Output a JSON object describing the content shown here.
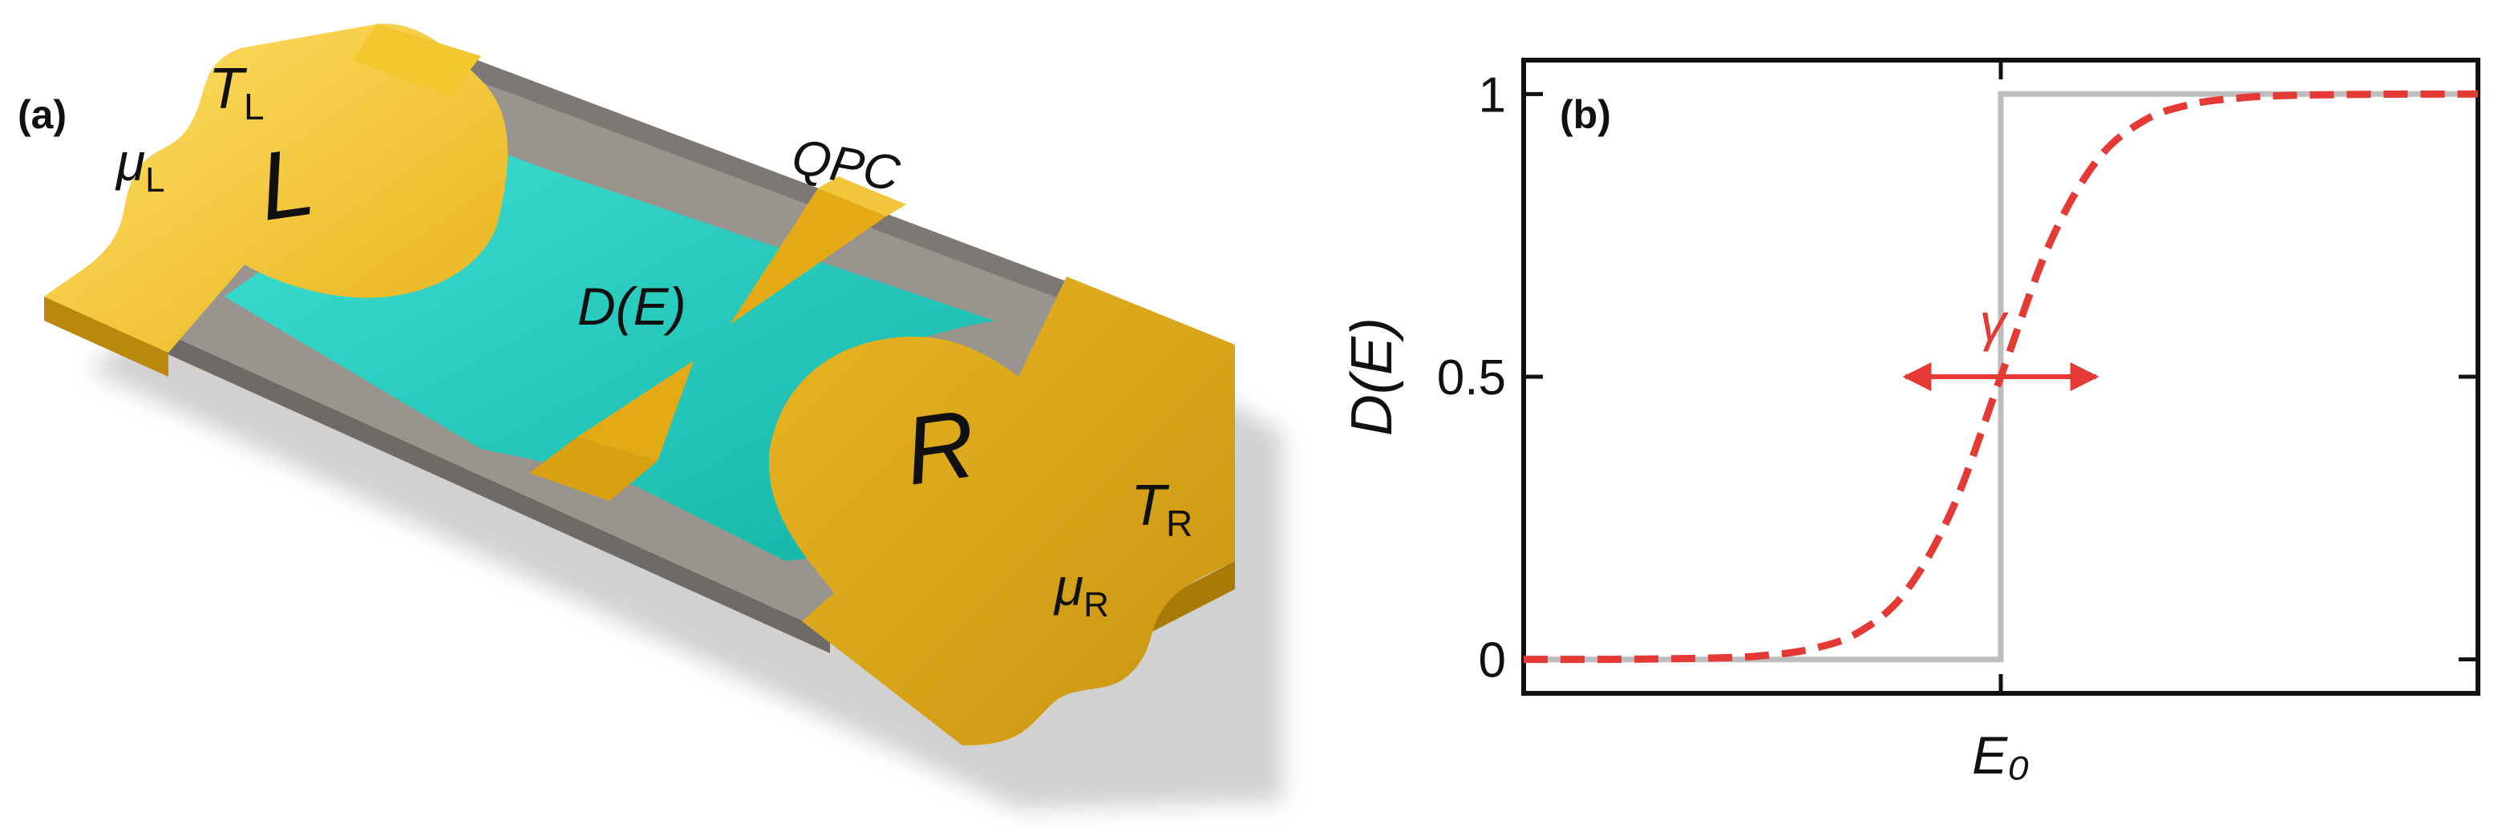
{
  "panel_a": {
    "panel_label": "(a)",
    "left_lead": "L",
    "right_lead": "R",
    "qpc_label": "QPC",
    "transmission_label": "D(E)",
    "temp_left": {
      "base": "T",
      "sub": "L"
    },
    "chem_left": {
      "base": "μ",
      "sub": "L"
    },
    "temp_right": {
      "base": "T",
      "sub": "R"
    },
    "chem_right": {
      "base": "μ",
      "sub": "R"
    },
    "colors": {
      "gold": "#E8B21C",
      "gold_dark": "#B9880C",
      "channel": "#1EC9BC",
      "substrate": "#8F8A84"
    }
  },
  "chart_data": {
    "type": "line",
    "panel_label": "(b)",
    "ylabel": "D(E)",
    "xlabel": "",
    "xtick_label": "E₀",
    "xlim": [
      -5,
      5
    ],
    "ylim": [
      -0.06,
      1.06
    ],
    "yticks": [
      0,
      0.5,
      1
    ],
    "ytick_labels": [
      "0",
      "0.5",
      "1"
    ],
    "xticks": [
      0
    ],
    "grid": false,
    "annotation": {
      "text": "γ",
      "x": 0,
      "y": 0.5,
      "arrow_halfwidth": 1.0
    },
    "series": [
      {
        "style": "step",
        "color": "#BDBDBD",
        "x": [
          -5,
          0,
          0,
          5
        ],
        "y": [
          0,
          0,
          1,
          1
        ]
      },
      {
        "style": "dashed",
        "color": "#E53935",
        "x": [
          -5,
          -4,
          -3,
          -2.5,
          -2,
          -1.5,
          -1,
          -0.5,
          0,
          0.5,
          1,
          1.5,
          2,
          2.5,
          3,
          4,
          5
        ],
        "y": [
          0.0,
          0.0003,
          0.0025,
          0.0067,
          0.018,
          0.047,
          0.119,
          0.269,
          0.5,
          0.731,
          0.881,
          0.953,
          0.982,
          0.993,
          0.9975,
          0.9997,
          1.0
        ]
      }
    ]
  }
}
